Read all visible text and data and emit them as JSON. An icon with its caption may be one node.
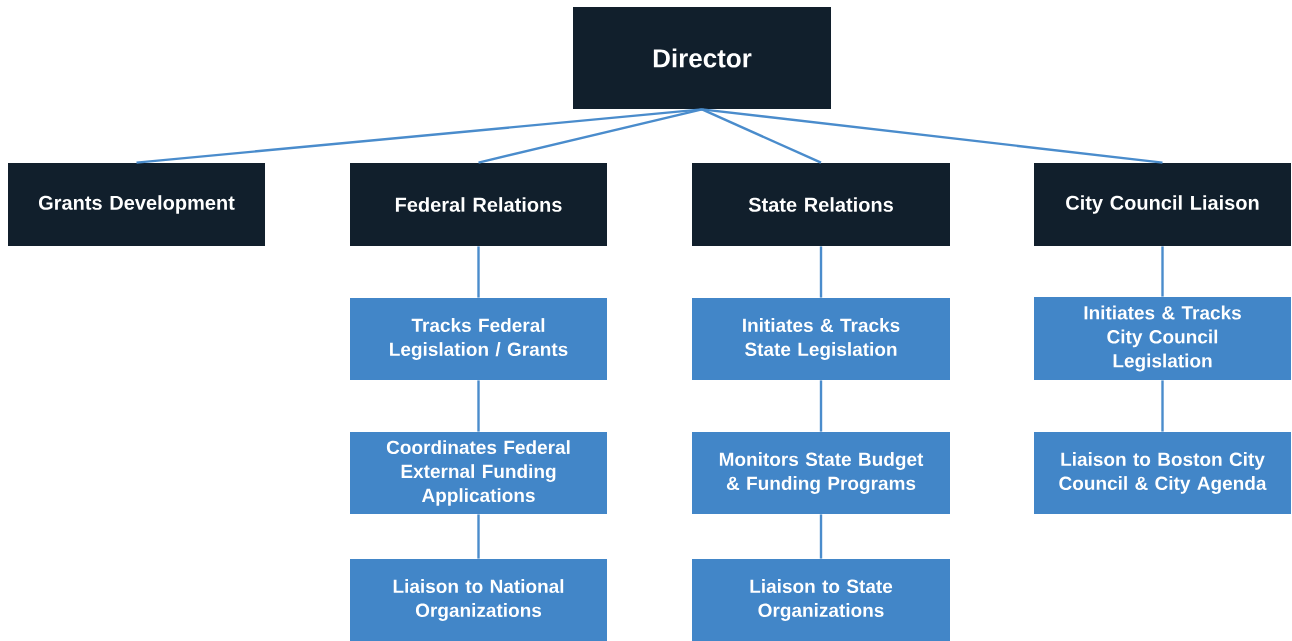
{
  "diagram": {
    "nodes": [
      {
        "text": [
          "Director"
        ]
      },
      {
        "text": [
          "Grants Development"
        ]
      },
      {
        "text": [
          "Federal Relations"
        ]
      },
      {
        "text": [
          "State Relations"
        ]
      },
      {
        "text": [
          "City Council Liaison"
        ]
      },
      {
        "text": [
          "Tracks Federal Legislation / Grants"
        ]
      },
      {
        "text": [
          "Coordinates Federal External Funding Applications"
        ]
      },
      {
        "text": [
          "Liaison to National Organizations"
        ]
      },
      {
        "text": [
          "Initiates & Tracks State Legislation"
        ]
      },
      {
        "text": [
          "Monitors State Budget & Funding Programs"
        ]
      },
      {
        "text": [
          "Liaison to State Organizations"
        ]
      },
      {
        "text": [
          "Initiates & Tracks City Council Legislation"
        ]
      },
      {
        "text": [
          "Liaison to Boston City Council & City Agenda"
        ]
      }
    ],
    "edges": [
      {
        "from": 0,
        "to": 1,
        "arrow": "none"
      },
      {
        "from": 0,
        "to": 2,
        "arrow": "none"
      },
      {
        "from": 0,
        "to": 3,
        "arrow": "none"
      },
      {
        "from": 0,
        "to": 4,
        "arrow": "none"
      },
      {
        "from": 2,
        "to": 5,
        "arrow": "none"
      },
      {
        "from": 5,
        "to": 6,
        "arrow": "none"
      },
      {
        "from": 6,
        "to": 7,
        "arrow": "none"
      },
      {
        "from": 3,
        "to": 8,
        "arrow": "none"
      },
      {
        "from": 8,
        "to": 9,
        "arrow": "none"
      },
      {
        "from": 9,
        "to": 10,
        "arrow": "none"
      },
      {
        "from": 4,
        "to": 11,
        "arrow": "none"
      },
      {
        "from": 11,
        "to": 12,
        "arrow": "none"
      }
    ]
  }
}
